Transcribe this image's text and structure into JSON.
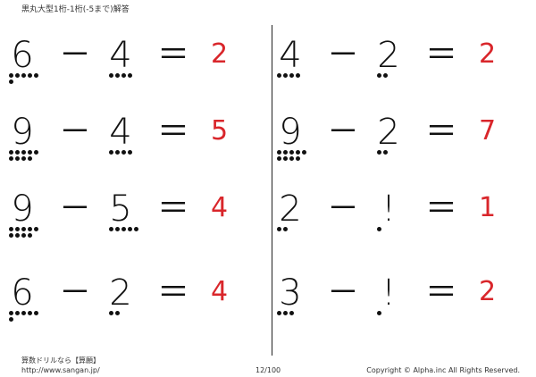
{
  "header": {
    "title": "黒丸大型1桁-1桁(-5まで)解答"
  },
  "symbols": {
    "minus": "－",
    "equals": "＝"
  },
  "problems": [
    {
      "a": "6",
      "b": "4",
      "answer": "2"
    },
    {
      "a": "4",
      "b": "2",
      "answer": "2"
    },
    {
      "a": "9",
      "b": "4",
      "answer": "5"
    },
    {
      "a": "9",
      "b": "2",
      "answer": "7"
    },
    {
      "a": "9",
      "b": "5",
      "answer": "4"
    },
    {
      "a": "2",
      "b": "!",
      "answer": "1"
    },
    {
      "a": "6",
      "b": "2",
      "answer": "4"
    },
    {
      "a": "3",
      "b": "!",
      "answer": "2"
    }
  ],
  "footer": {
    "brand": "算数ドリルなら【算願】",
    "url": "http://www.sangan.jp/",
    "page": "12/100",
    "copyright": "Copyright © Alpha.inc All Rights Reserved."
  },
  "colors": {
    "answer": "#d9262b",
    "ink": "#111111"
  }
}
